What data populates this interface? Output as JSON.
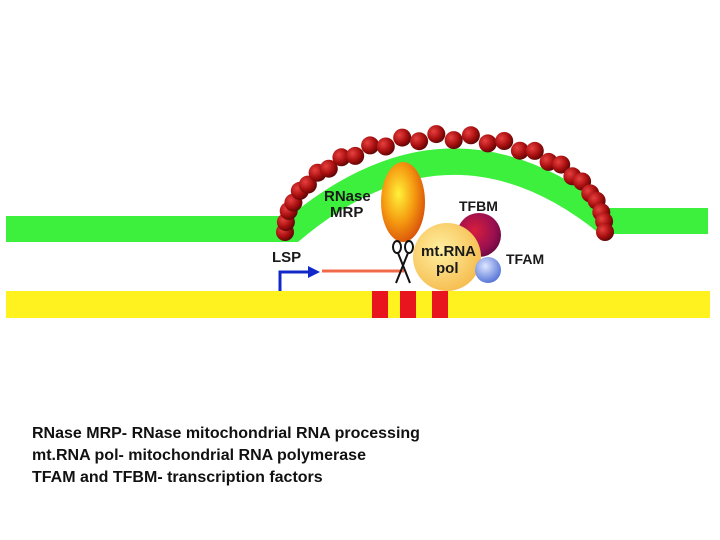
{
  "colors": {
    "green_strand": "#3df03d",
    "yellow_strand": "#fff21e",
    "red_boxes": "#e8141e",
    "beads": "#a80f0f",
    "promoter_arrow": "#1228c8",
    "transcript": "#f06a4a",
    "rnase_mrp": "#f08a0a",
    "mtrna_pol": "#f8c85a",
    "tfbm": "#9a1050",
    "tfam": "#7a98e8"
  },
  "icons": [
    "scissors-icon",
    "promoter-arrow-icon"
  ],
  "labels": {
    "rnase_mrp": [
      "RNase",
      "MRP"
    ],
    "tfbm": "TFBM",
    "mtrna_pol": [
      "mt.RNA",
      "pol"
    ],
    "tfam": "TFAM",
    "lsp": "LSP"
  },
  "legend": [
    "RNase MRP- RNase mitochondrial RNA processing",
    "mt.RNA pol- mitochondrial RNA polymerase",
    "TFAM and TFBM-  transcription factors"
  ]
}
